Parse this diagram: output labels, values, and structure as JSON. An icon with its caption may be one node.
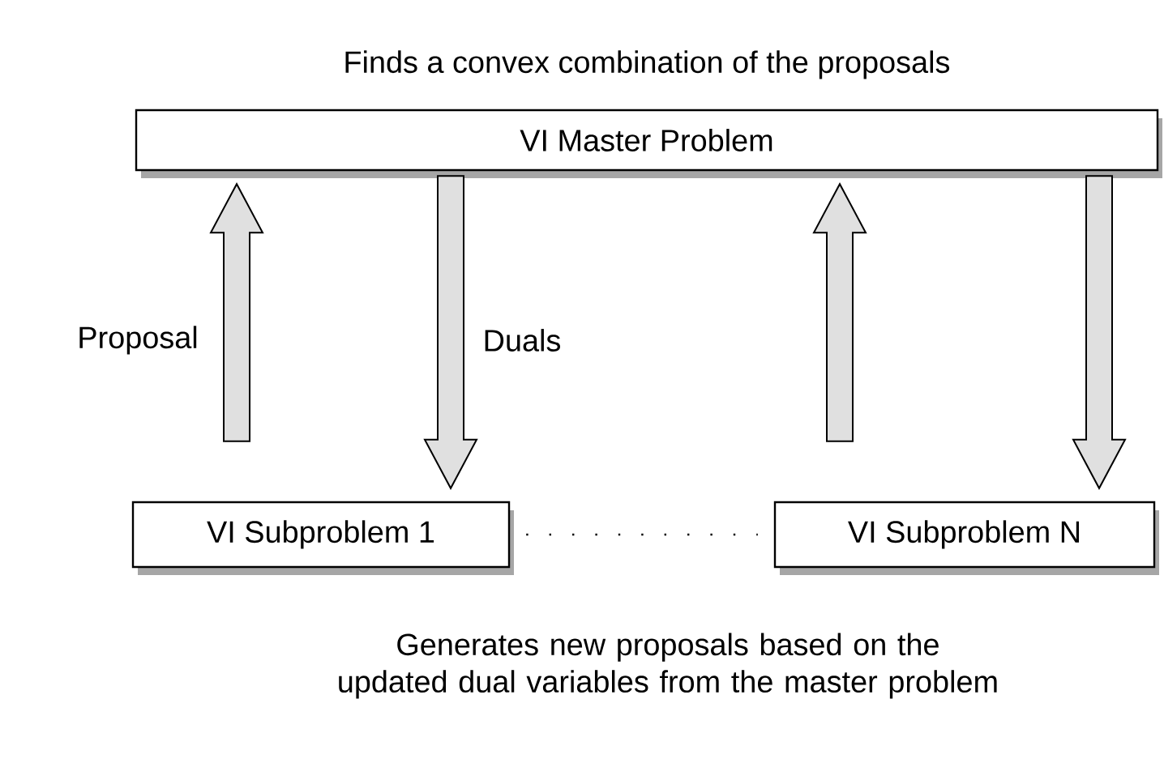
{
  "diagram": {
    "nodes": [
      {
        "text": [
          "VI Master Problem"
        ],
        "beside": [
          "Finds a convex combination of the proposals"
        ]
      },
      {
        "text": [
          "VI Subproblem 1"
        ]
      },
      {
        "text": [
          "VI Subproblem N"
        ]
      }
    ],
    "edges": [
      {
        "from": 1,
        "to": 0,
        "arrow": "to",
        "label": "Proposal"
      },
      {
        "from": 0,
        "to": 1,
        "arrow": "to",
        "label": "Duals"
      },
      {
        "from": 2,
        "to": 0,
        "arrow": "to"
      },
      {
        "from": 0,
        "to": 2,
        "arrow": "to"
      },
      {
        "from": 1,
        "to": 2,
        "arrow": "none",
        "style": "dashed"
      }
    ],
    "labels": [
      "Generates new proposals based on the updated dual variables from the master problem"
    ]
  }
}
